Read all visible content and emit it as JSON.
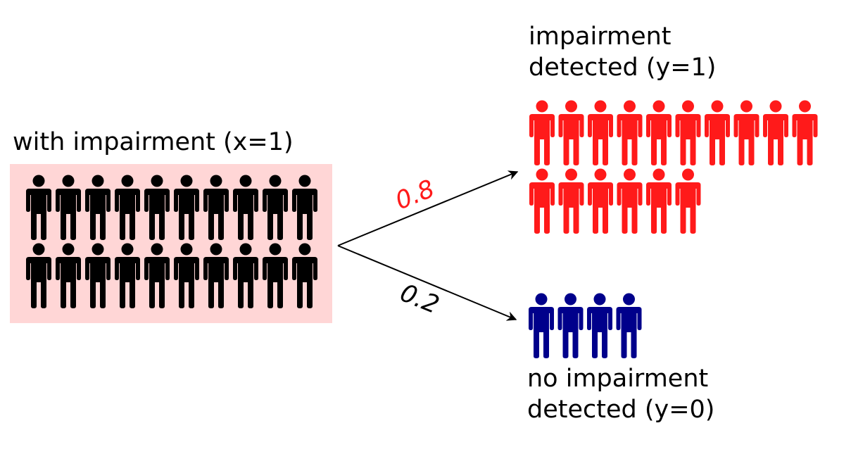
{
  "source": {
    "label": "with impairment (x=1)",
    "count": 20,
    "box_color": "#ffd6d6",
    "person_color": "#000000"
  },
  "positive": {
    "label_line1": "impairment",
    "label_line2": "detected (y=1)",
    "count": 16,
    "person_color": "#ff1a1a",
    "probability": "0.8",
    "probability_color": "#ff1a1a"
  },
  "negative": {
    "label_line1": "no impairment",
    "label_line2": "detected (y=0)",
    "count": 4,
    "person_color": "#00008b",
    "probability": "0.2",
    "probability_color": "#000000"
  },
  "arrow_color": "#000000"
}
